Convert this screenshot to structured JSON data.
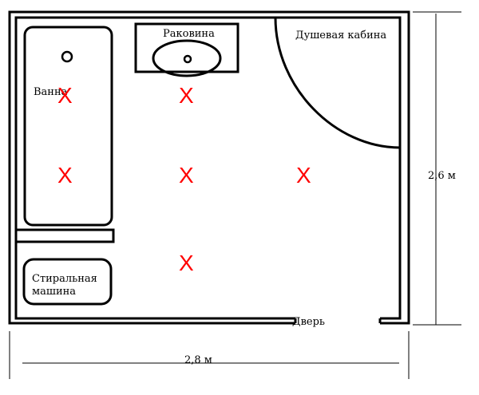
{
  "labels": {
    "bath": "Ванна",
    "sink": "Раковина",
    "shower": "Душевая кабина",
    "washer_line1": "Стиральная",
    "washer_line2": "машина",
    "door": "Дверь",
    "height_dim": "2,6 м",
    "width_dim": "2,8 м"
  },
  "markers": {
    "symbol": "X",
    "color": "#ff0000",
    "count": 6
  },
  "colors": {
    "walls": "#000000",
    "dimension_lines": "#000000"
  }
}
